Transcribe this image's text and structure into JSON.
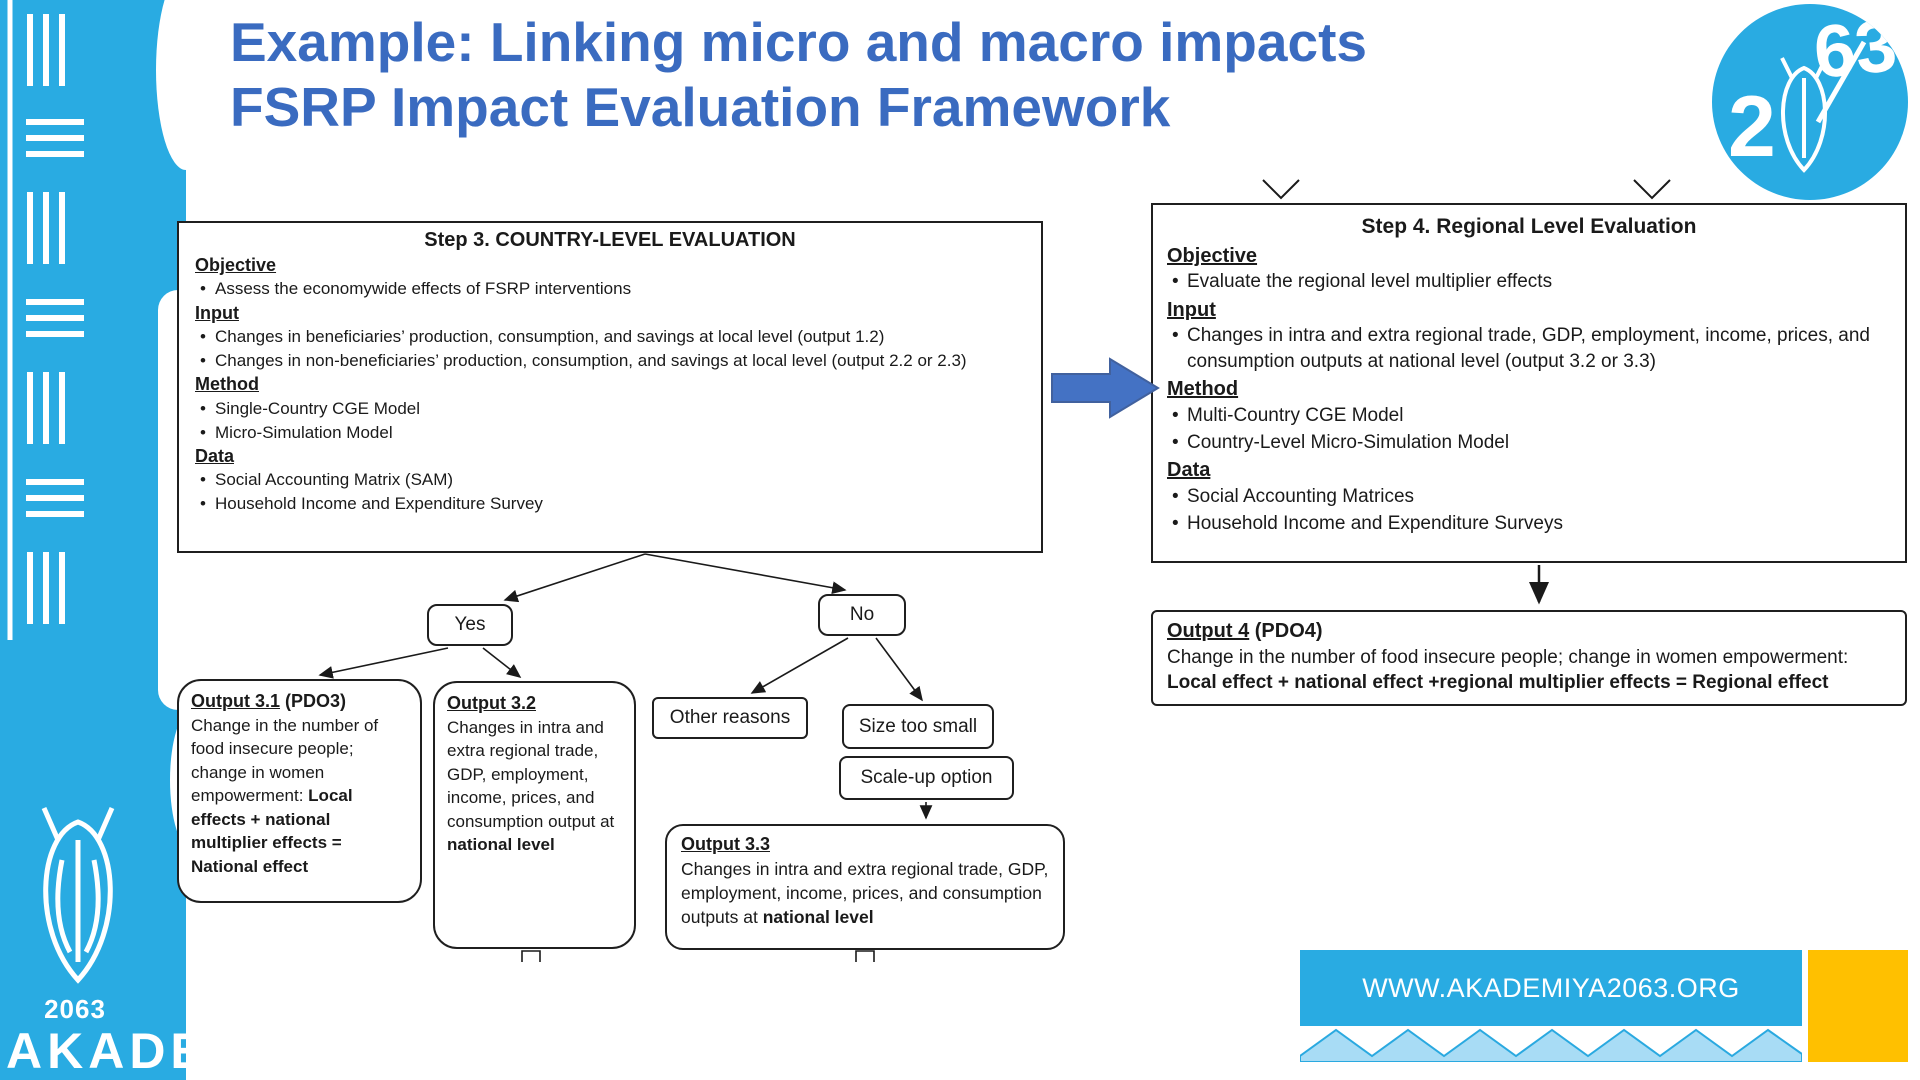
{
  "slide": {
    "title_line1": "Example: Linking micro and macro impacts",
    "title_line2": "FSRP Impact Evaluation Framework"
  },
  "step3": {
    "title": "Step 3. COUNTRY-LEVEL EVALUATION",
    "sections": [
      {
        "header": "Objective",
        "bullets": [
          "Assess the economywide effects of FSRP interventions"
        ]
      },
      {
        "header": "Input",
        "bullets": [
          "Changes in beneficiaries’ production, consumption, and savings at local level (output 1.2)",
          "Changes in non-beneficiaries’ production, consumption, and savings at local level (output 2.2 or 2.3)"
        ]
      },
      {
        "header": "Method",
        "bullets": [
          "Single-Country CGE Model",
          "Micro-Simulation Model"
        ]
      },
      {
        "header": "Data",
        "bullets": [
          "Social Accounting Matrix (SAM)",
          "Household Income and Expenditure Survey"
        ]
      }
    ]
  },
  "step4": {
    "title": "Step 4. Regional Level Evaluation",
    "sections": [
      {
        "header": "Objective",
        "bullets": [
          "Evaluate the regional level multiplier effects"
        ]
      },
      {
        "header": "Input",
        "bullets": [
          "Changes in intra and extra regional trade, GDP, employment, income, prices, and consumption outputs at national level (output 3.2 or 3.3)"
        ]
      },
      {
        "header": "Method",
        "bullets": [
          "Multi-Country CGE Model",
          "Country-Level Micro-Simulation Model"
        ]
      },
      {
        "header": "Data",
        "bullets": [
          "Social Accounting Matrices",
          "Household Income and Expenditure Surveys"
        ]
      }
    ]
  },
  "flow": {
    "yes_label": "Yes",
    "no_label": "No",
    "other_reasons": "Other reasons",
    "size_too_small": "Size too small",
    "scale_up_option": "Scale-up option"
  },
  "output31": {
    "title": "Output 3.1",
    "title_suffix": " (PDO3)",
    "body": "Change in the number of food insecure people; change in women empowerment:  ",
    "body_bold": "Local effects + national multiplier effects = National effect"
  },
  "output32": {
    "title": "Output 3.2",
    "body": "Changes in intra and extra regional trade, GDP, employment, income, prices, and consumption output at ",
    "body_bold": "national level"
  },
  "output33": {
    "title": "Output 3.3",
    "body": "Changes in intra and extra regional trade, GDP, employment, income, prices, and consumption outputs at ",
    "body_bold": "national level"
  },
  "output4": {
    "title": "Output 4",
    "title_suffix": " (PDO4)",
    "line1": "Change in the number of food insecure people; change in women empowerment:",
    "line2": "Local effect + national effect +regional multiplier effects = Regional effect"
  },
  "footer": {
    "url": "WWW.AKADEMIYA2063.ORG"
  },
  "branding": {
    "sidebar_year": "2063",
    "sidebar_word": "AKADE",
    "logo_2": "2",
    "logo_63": "63"
  },
  "icons": {
    "sidebar_pattern": "tribal-lines-and-mask",
    "logo_mask": "akademiya-mask",
    "flow_connector": "block-arrow-right",
    "entry_markers": "chevron-down"
  },
  "colors": {
    "title_blue": "#3a6bc0",
    "sidebar_blue": "#29abe2",
    "block_arrow_blue": "#4472c4",
    "banner_blue": "#29abe2",
    "accent_yellow": "#ffc000"
  }
}
